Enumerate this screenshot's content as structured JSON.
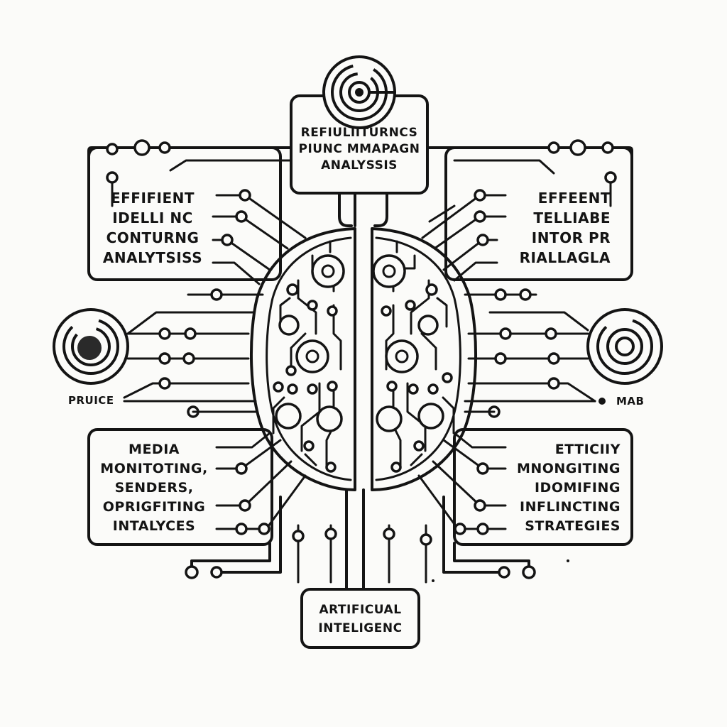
{
  "top_box": [
    "REFIULIITURNCS",
    "PIUNC MMAPAGN",
    "ANALYSSIS"
  ],
  "left_upper_box": [
    "EFFIFIENT",
    "IDELLI NC",
    "CONTURNG",
    "ANALYTSISS"
  ],
  "right_upper_box": [
    "EFFEENT",
    "TELLIABE",
    "INTOR PR",
    "RIALLAGLA"
  ],
  "left_lower_box": [
    "MEDIA",
    "MONITOTING,",
    "SENDERS,",
    "OPRIGFITING",
    "INTALYCES"
  ],
  "right_lower_box": [
    "ETTICIIY",
    "MNONGITING",
    "IDOMIFING",
    "INFLINCTING",
    "STRATEGIES"
  ],
  "bottom_box": [
    "ARTIFICUAL",
    "INTELIGENC"
  ],
  "left_side_label": "PRUICE",
  "right_side_label": "MAB",
  "icons": [
    "brain-circuit-icon",
    "target-icon",
    "spiral-node-icon"
  ],
  "colors": {
    "ink": "#141414",
    "paper": "#fbfbf9"
  }
}
